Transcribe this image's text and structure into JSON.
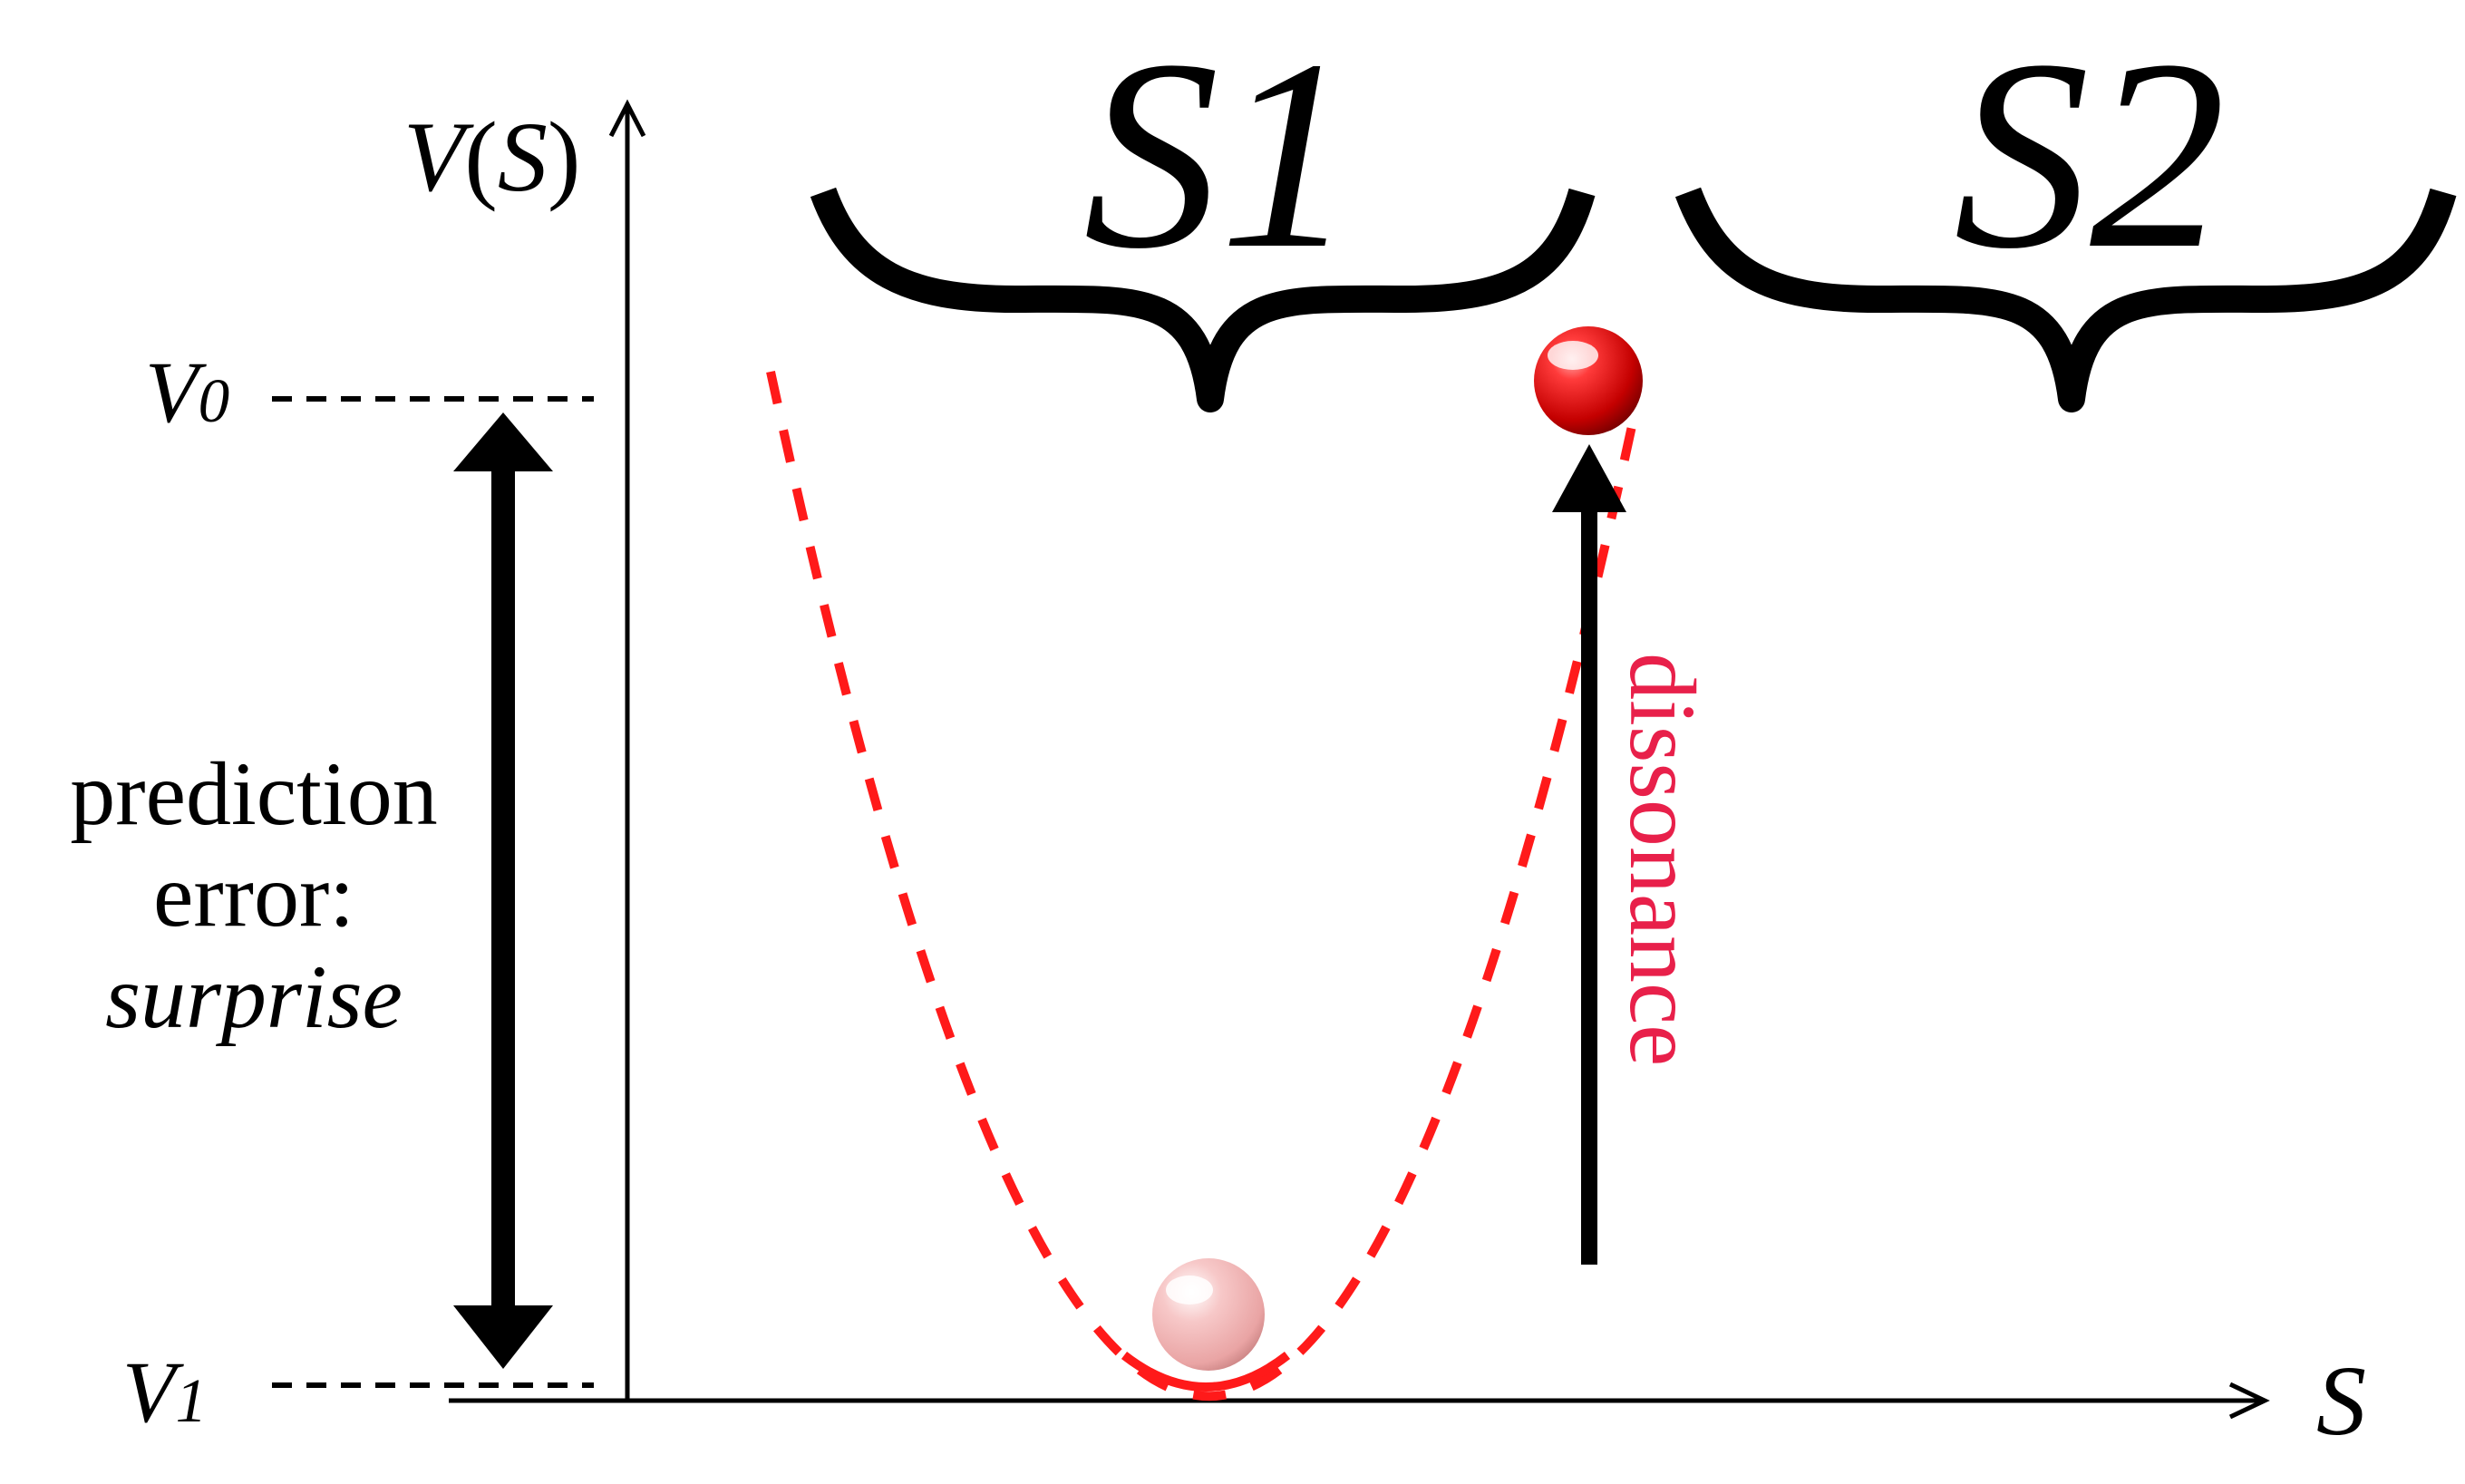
{
  "axes": {
    "y_label": "V(S)",
    "x_label": "S"
  },
  "states": [
    "S1",
    "S2"
  ],
  "levels": {
    "v0": "V0",
    "v1": "V1"
  },
  "prediction_error": {
    "line1": "prediction",
    "line2": "error:",
    "line3": "surprise"
  },
  "dissonance_label": "dissonance",
  "colors": {
    "axis": "#000000",
    "well_curve": "#ff1a1a",
    "dissonance_text": "#e8204a",
    "ball_high": "#cc0000",
    "ball_low": "#f2a6a6"
  }
}
